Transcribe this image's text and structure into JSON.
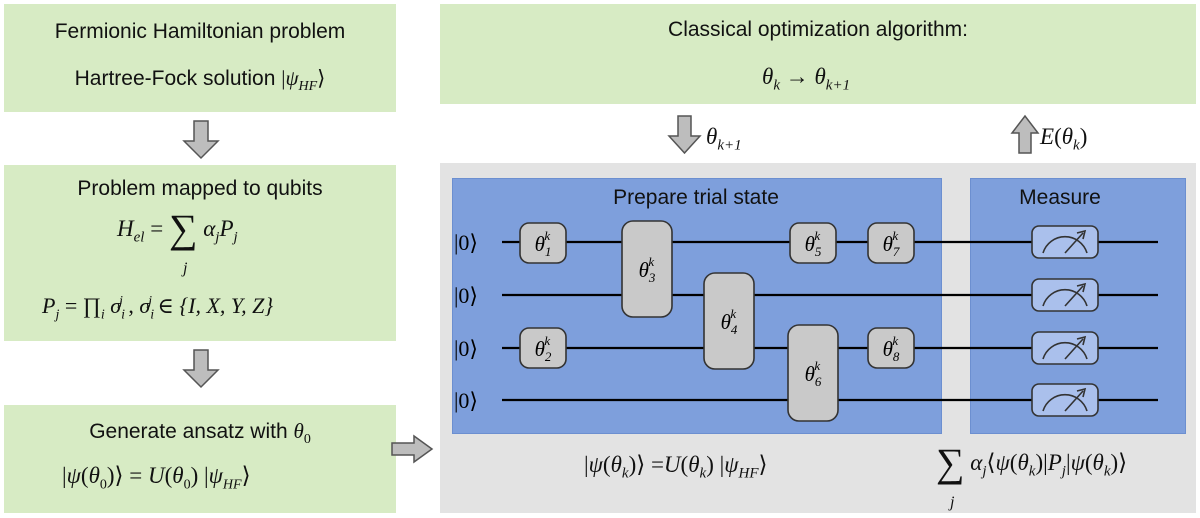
{
  "left_column": {
    "box1_line1": "Fermionic Hamiltonian problem",
    "box1_line2_prefix": "Hartree-Fock solution",
    "box1_ket": "ψ",
    "box1_ket_sub": "HF",
    "box2_title": "Problem mapped to qubits",
    "box2_eq_H": "H",
    "box2_eq_H_sub": "el",
    "box2_eq_sum_index": "j",
    "box2_eq_alpha": "α",
    "box2_eq_P": "P",
    "box2_eq_j": "j",
    "box2_eq2": "P",
    "box2_pauli_set": "{I, X, Y, Z}",
    "box3_title_prefix": "Generate ansatz with",
    "box3_theta": "θ",
    "box3_zero": "0"
  },
  "right_panel": {
    "top_line1": "Classical optimization algorithm:",
    "update_from": "θ",
    "update_from_sub": "k",
    "update_to": "θ",
    "update_to_sub": "k+1",
    "down_label": "θ",
    "down_label_sub": "k+1",
    "up_label": "E",
    "up_label_arg": "θ",
    "up_label_sub": "k",
    "prepare_title": "Prepare trial state",
    "measure_title": "Measure",
    "bottom_left_psi": "ψ",
    "bottom_left_U": "U",
    "bottom_left_HF": "HF",
    "bottom_right_alpha": "α",
    "bottom_right_P": "P",
    "bottom_right_j": "j"
  },
  "circuit": {
    "input_states": [
      "|0⟩",
      "|0⟩",
      "|0⟩",
      "|0⟩"
    ],
    "gates": [
      {
        "name": "θ",
        "sub": "1",
        "sup": "k"
      },
      {
        "name": "θ",
        "sub": "2",
        "sup": "k"
      },
      {
        "name": "θ",
        "sub": "3",
        "sup": "k"
      },
      {
        "name": "θ",
        "sub": "4",
        "sup": "k"
      },
      {
        "name": "θ",
        "sub": "5",
        "sup": "k"
      },
      {
        "name": "θ",
        "sub": "6",
        "sup": "k"
      },
      {
        "name": "θ",
        "sub": "7",
        "sup": "k"
      },
      {
        "name": "θ",
        "sub": "8",
        "sup": "k"
      }
    ]
  },
  "colors": {
    "green_box": "#d7ebc4",
    "gray_panel": "#e3e3e3",
    "blue_region": "#7e9fdc",
    "gate_fill": "#c9c9c9",
    "meter_fill": "#aac0ec"
  }
}
